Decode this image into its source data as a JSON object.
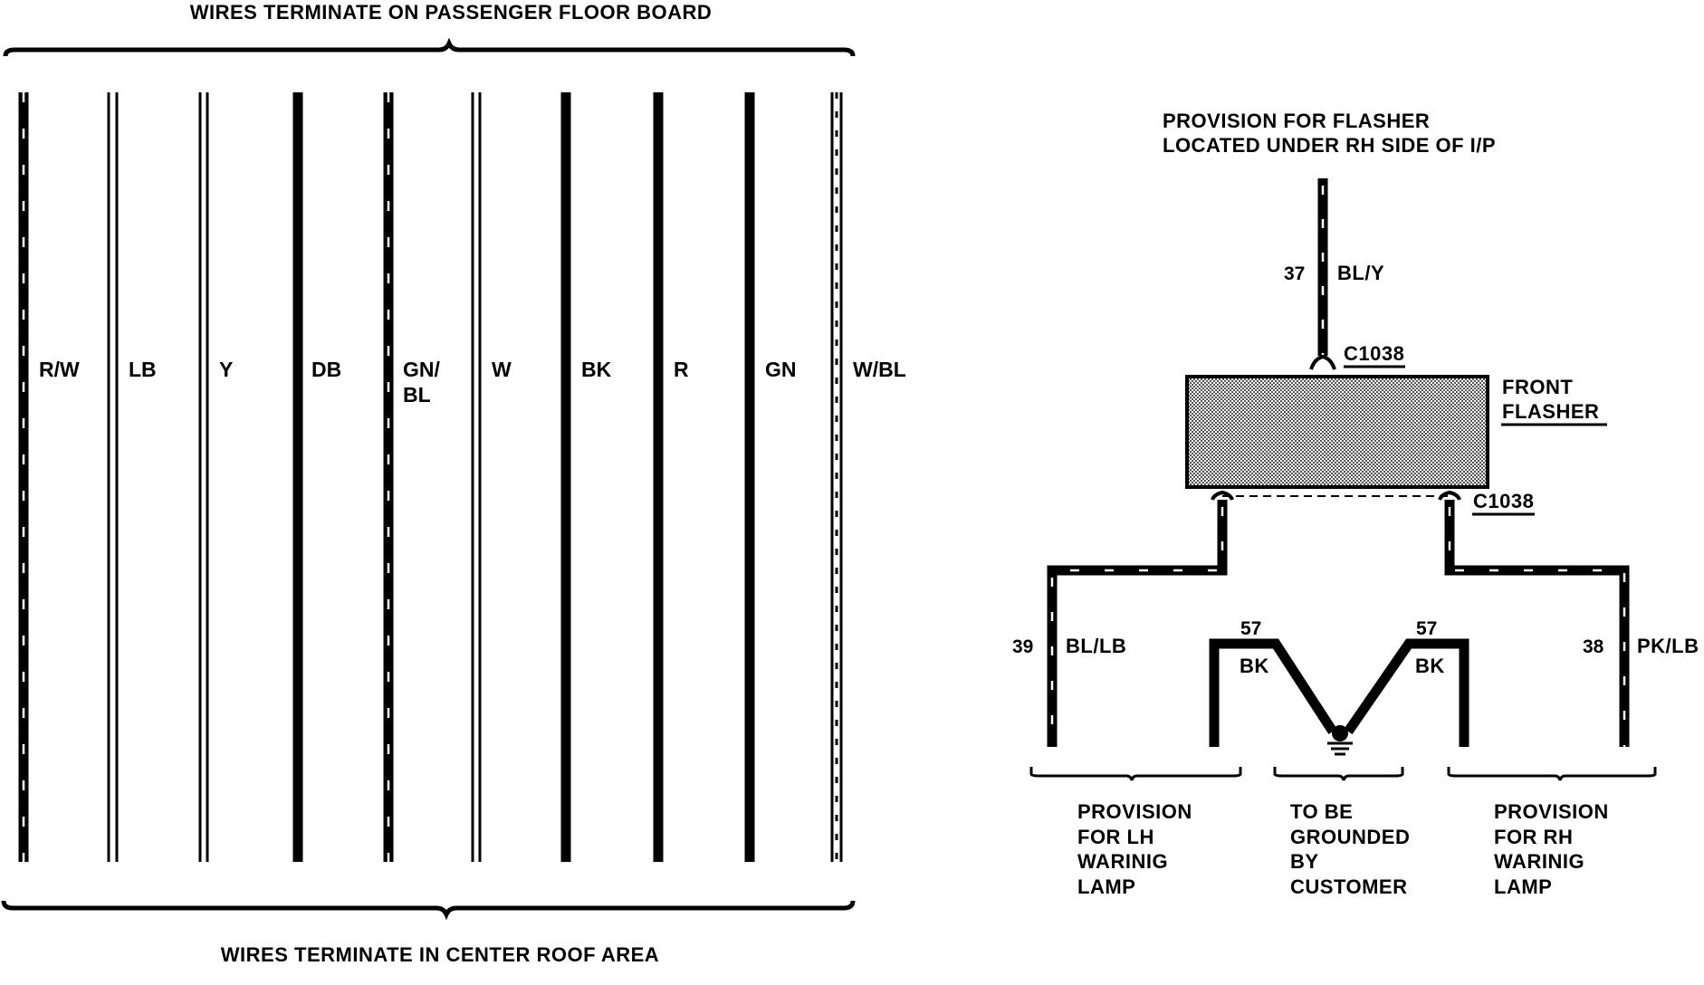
{
  "colors": {
    "ink": "#000000",
    "paper": "#ffffff",
    "flasher_fill": "#bdbdbd"
  },
  "left_panel": {
    "top_title": "WIRES TERMINATE ON PASSENGER FLOOR BOARD",
    "bottom_title": "WIRES TERMINATE IN CENTER ROOF AREA",
    "wires": [
      {
        "label": "R/W",
        "style": "solid-tick"
      },
      {
        "label": "LB",
        "style": "double"
      },
      {
        "label": "Y",
        "style": "double"
      },
      {
        "label": "DB",
        "style": "solid"
      },
      {
        "label": "GN/",
        "label2": "BL",
        "style": "solid-tick"
      },
      {
        "label": "W",
        "style": "double"
      },
      {
        "label": "BK",
        "style": "solid"
      },
      {
        "label": "R",
        "style": "solid"
      },
      {
        "label": "GN",
        "style": "solid"
      },
      {
        "label": "W/BL",
        "style": "double-tick"
      }
    ]
  },
  "right_panel": {
    "provision_line1": "PROVISION FOR FLASHER",
    "provision_line2": "LOCATED UNDER RH SIDE OF I/P",
    "wire_37_num": "37",
    "wire_37_color": "BL/Y",
    "connector_top": "C1038",
    "connector_bottom": "C1038",
    "flasher_line1": "FRONT",
    "flasher_line2": "FLASHER",
    "wire_39_num": "39",
    "wire_39_color": "BL/LB",
    "wire_38_num": "38",
    "wire_38_color": "PK/LB",
    "ground_left_num": "57",
    "ground_left_color": "BK",
    "ground_right_num": "57",
    "ground_right_color": "BK",
    "lh_lamp": [
      "PROVISION",
      "FOR LH",
      "WARINIG",
      "LAMP"
    ],
    "ground_note": [
      "TO BE",
      "GROUNDED",
      "BY",
      "CUSTOMER"
    ],
    "rh_lamp": [
      "PROVISION",
      "FOR RH",
      "WARINIG",
      "LAMP"
    ]
  }
}
